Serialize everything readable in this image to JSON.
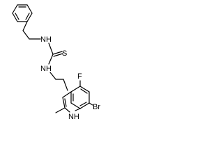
{
  "structure": {
    "atoms": {
      "nh_upper": "NH",
      "s": "S",
      "nh_lower": "NH",
      "f": "F",
      "br": "Br",
      "nh_indole": "NH"
    }
  }
}
